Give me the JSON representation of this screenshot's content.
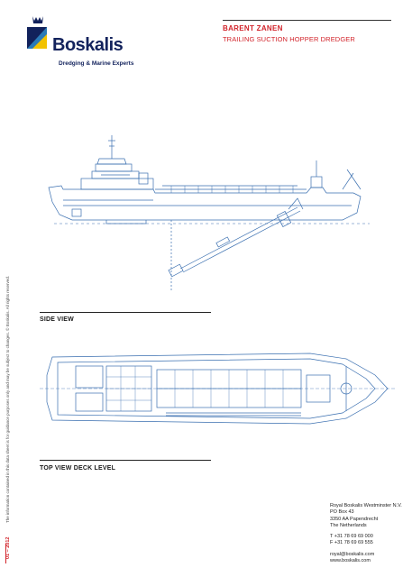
{
  "brand": {
    "name": "Boskalis",
    "tagline": "Dredging & Marine Experts",
    "colors": {
      "navy": "#12225c",
      "blue": "#2a7ab8",
      "red": "#d2232a",
      "drawing": "#3a6fb0"
    }
  },
  "header": {
    "title": "BARENT ZANEN",
    "subtitle": "TRAILING SUCTION HOPPER DREDGER"
  },
  "sections": {
    "side_view": "SIDE VIEW",
    "top_view": "TOP VIEW DECK LEVEL"
  },
  "footer": {
    "date": "01 – 2012",
    "disclaimer": "The information contained in this data sheet is for guidance purposes only and may be subject to changes. © Boskalis. All rights reserved.",
    "address": {
      "company": "Royal Boskalis Westminster N.V.",
      "pobox": "PO Box 43",
      "city": "3350 AA Papendrecht",
      "country": "The Netherlands",
      "phone": "T +31 78 69 69 000",
      "fax": "F +31 78 69 69 555",
      "email": "royal@boskalis.com",
      "web": "www.boskalis.com"
    }
  }
}
